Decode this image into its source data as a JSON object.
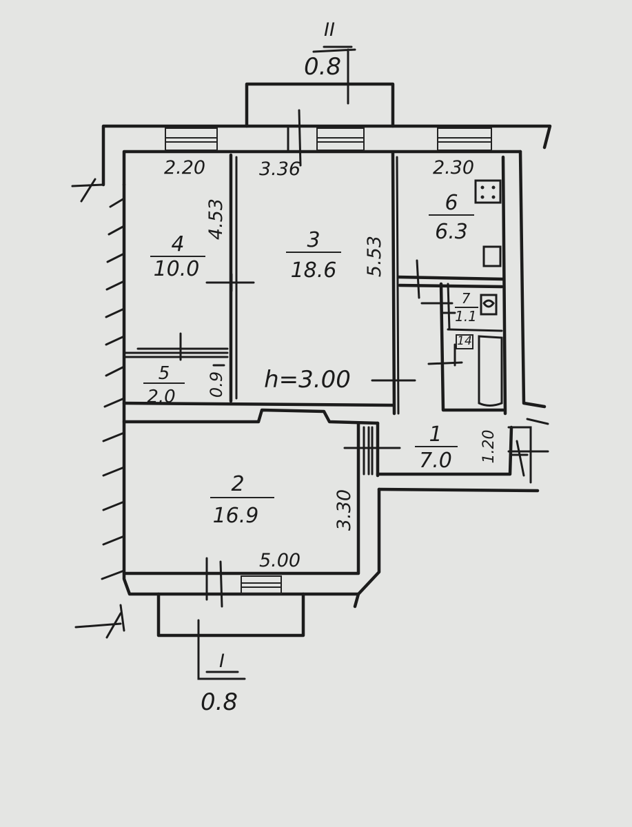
{
  "plan": {
    "balcony_top": {
      "number": "II",
      "area": "0.8"
    },
    "balcony_bottom": {
      "number": "I",
      "area": "0.8"
    },
    "ceiling_height": "h=3.00",
    "rooms": [
      {
        "number": "1",
        "area": "7.0"
      },
      {
        "number": "2",
        "area": "16.9"
      },
      {
        "number": "3",
        "area": "18.6"
      },
      {
        "number": "4",
        "area": "10.0"
      },
      {
        "number": "5",
        "area": "2.0"
      },
      {
        "number": "6",
        "area": "6.3"
      },
      {
        "number": "7",
        "area": "1.1"
      },
      {
        "number": "14",
        "area": ""
      }
    ],
    "dimensions": {
      "d_220": "2.20",
      "d_336": "3.36",
      "d_230": "2.30",
      "d_453": "4.53",
      "d_553": "5.53",
      "d_09": "0.9",
      "d_330": "3.30",
      "d_500": "5.00",
      "d_120": "1.20"
    }
  }
}
